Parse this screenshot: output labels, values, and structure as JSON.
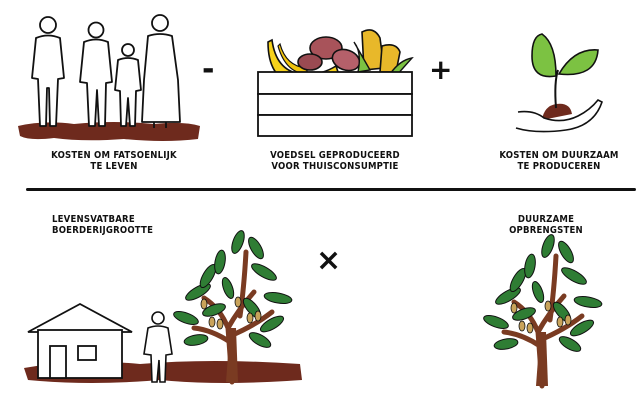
{
  "top": {
    "living_cost": {
      "line1": "KOSTEN OM FATSOENLIJK",
      "line2": "TE LEVEN"
    },
    "food": {
      "line1": "VOEDSEL GEPRODUCEERD",
      "line2": "VOOR THUISCONSUMPTIE"
    },
    "production_cost": {
      "line1": "KOSTEN OM DUURZAAM",
      "line2": "TE PRODUCEREN"
    },
    "op_minus": "-",
    "op_plus": "+"
  },
  "bottom": {
    "farm_size": {
      "line1": "LEVENSVATBARE",
      "line2": "BOERDERIJGROOTTE"
    },
    "yields": {
      "line1": "DUURZAME",
      "line2": "OPBRENGSTEN"
    },
    "op_times": "×"
  },
  "icons": [
    "family-icon",
    "food-crate-icon",
    "seedling-in-hand-icon",
    "house-icon",
    "person-icon",
    "cocoa-tree-icon"
  ],
  "colors": {
    "soil": "#6e2a1d",
    "leaf": "#2f7d34",
    "leaf_light": "#7cc242",
    "banana": "#f6d21b",
    "yam": "#a8535a",
    "corn": "#e8b82a",
    "pod": "#c9a35a",
    "trunk": "#7a3b22",
    "ink": "#111111"
  }
}
